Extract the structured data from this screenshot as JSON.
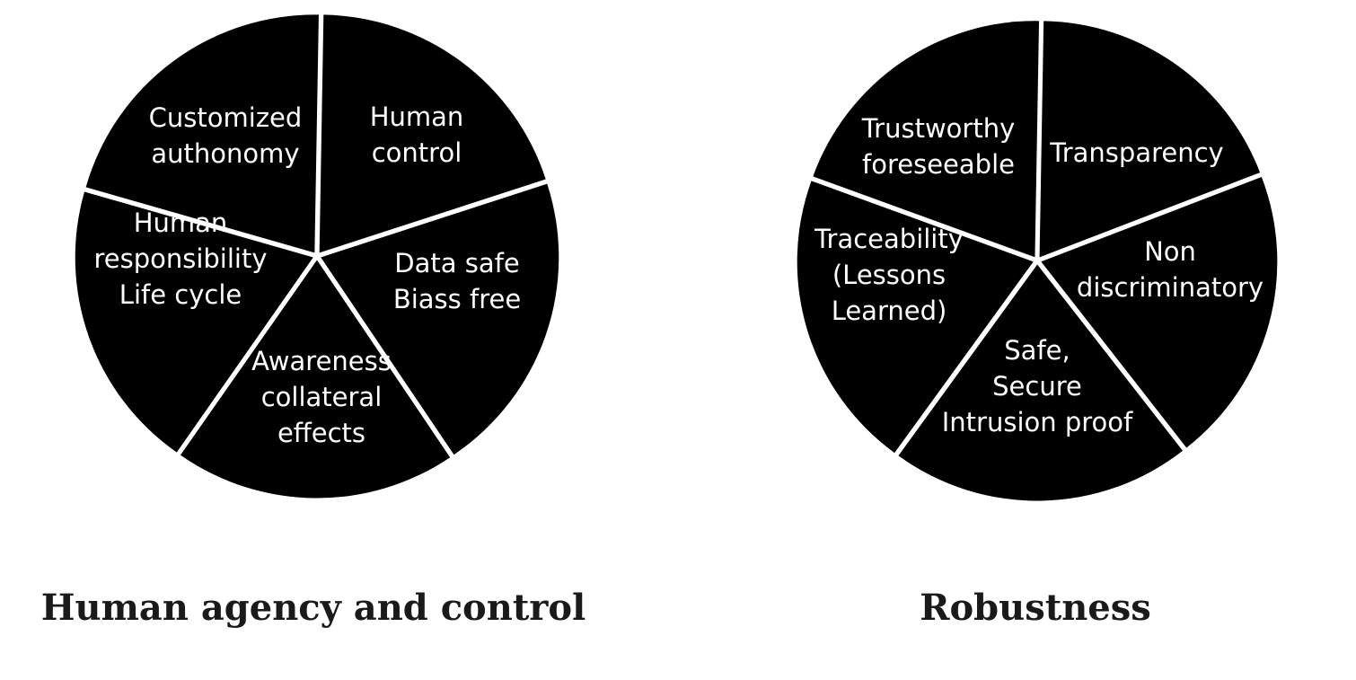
{
  "diagrams": [
    {
      "title": "Human agency and control",
      "segments": [
        {
          "lines": [
            "Human",
            "control"
          ]
        },
        {
          "lines": [
            "Data safe",
            "Biass free"
          ]
        },
        {
          "lines": [
            "Awareness",
            "collateral",
            "effects"
          ]
        },
        {
          "lines": [
            "Human",
            "responsibility",
            "Life cycle"
          ]
        },
        {
          "lines": [
            "Customized",
            "authonomy"
          ]
        }
      ]
    },
    {
      "title": "Robustness",
      "segments": [
        {
          "lines": [
            "Transparency"
          ]
        },
        {
          "lines": [
            "Non",
            "discriminatory"
          ]
        },
        {
          "lines": [
            "Safe,",
            "Secure",
            "Intrusion proof"
          ]
        },
        {
          "lines": [
            "Traceability",
            "(Lessons",
            "Learned)"
          ]
        },
        {
          "lines": [
            "Trustworthy",
            "foreseeable"
          ]
        }
      ]
    }
  ],
  "colors": {
    "slice_fill": "#000000",
    "label_text": "#ffffff",
    "title_text": "#1a1a1a"
  }
}
